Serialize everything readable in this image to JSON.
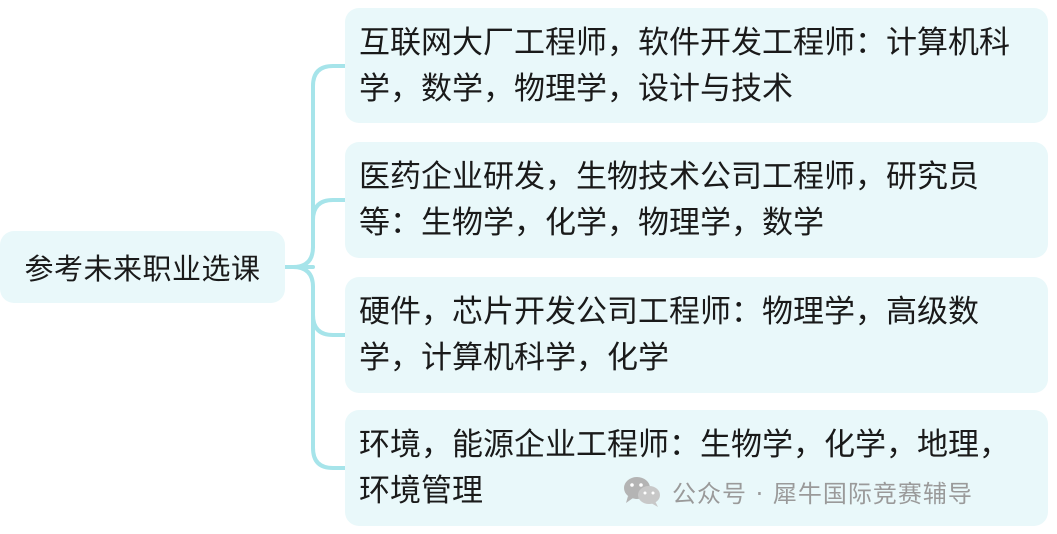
{
  "root": {
    "label": "参考未来职业选课"
  },
  "branches": [
    {
      "text": "互联网大厂工程师，软件开发工程师：计算机科学，数学，物理学，设计与技术"
    },
    {
      "text": "医药企业研发，生物技术公司工程师，研究员等：生物学，化学，物理学，数学"
    },
    {
      "text": "硬件，芯片开发公司工程师：物理学，高级数学，计算机科学，化学"
    },
    {
      "text": "环境，能源企业工程师：生物学，化学，地理，环境管理"
    }
  ],
  "watermark": {
    "icon": "wechat-icon",
    "text": "公众号 · 犀牛国际竞赛辅导"
  },
  "colors": {
    "node_fill": "#e9f8fa",
    "connector": "#a6e4ea",
    "text": "#1a1a1a",
    "watermark": "#9a9a9a"
  }
}
